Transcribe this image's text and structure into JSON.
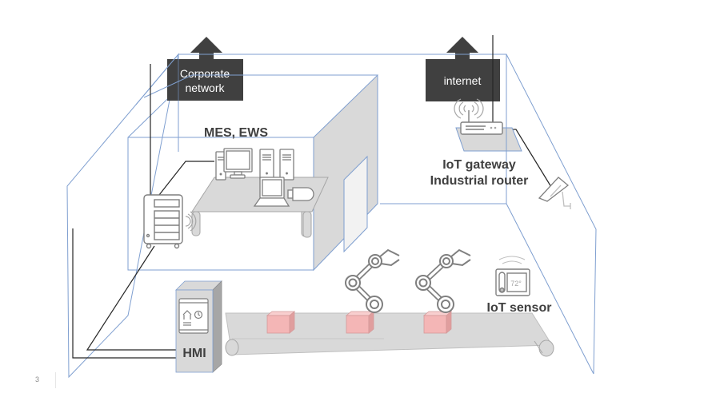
{
  "diagram": {
    "title": "Factory network with IT/OT devices",
    "labels": {
      "corporate_network": [
        "Corporate",
        "network"
      ],
      "internet": "internet",
      "mes_ews": "MES, EWS",
      "iot_gateway": [
        "IoT gateway",
        "Industrial router"
      ],
      "iot_sensor": "IoT sensor",
      "hmi": "HMI",
      "sensor_display": "72°"
    },
    "nodes": [
      {
        "id": "corporate-network",
        "type": "uplink-box",
        "label": "Corporate network"
      },
      {
        "id": "internet",
        "type": "uplink-box",
        "label": "internet"
      },
      {
        "id": "mes-ews",
        "type": "workstation-group",
        "label": "MES, EWS",
        "items": [
          "desktop-pc",
          "tower-server",
          "tower-server",
          "laptop",
          "usb-drive"
        ]
      },
      {
        "id": "plc-server",
        "type": "server-cabinet",
        "label": "",
        "wireless": true
      },
      {
        "id": "iot-gateway",
        "type": "router",
        "label": "IoT gateway / Industrial router",
        "wireless": true
      },
      {
        "id": "camera",
        "type": "surveillance-camera",
        "label": ""
      },
      {
        "id": "robot-arm-1",
        "type": "robot-arm",
        "label": ""
      },
      {
        "id": "robot-arm-2",
        "type": "robot-arm",
        "label": ""
      },
      {
        "id": "iot-sensor",
        "type": "thermostat-sensor",
        "label": "IoT sensor",
        "wireless": true
      },
      {
        "id": "hmi",
        "type": "hmi-panel",
        "label": "HMI"
      },
      {
        "id": "conveyor",
        "type": "conveyor-belt",
        "label": "",
        "boxes": 3
      }
    ],
    "edges": [
      {
        "from": "plc-server",
        "to": "corporate-network"
      },
      {
        "from": "plc-server",
        "to": "mes-ews"
      },
      {
        "from": "plc-server",
        "to": "hmi"
      },
      {
        "from": "hmi",
        "to": "left-wall"
      },
      {
        "from": "iot-gateway",
        "to": "internet"
      },
      {
        "from": "iot-gateway",
        "to": "camera"
      }
    ],
    "colors": {
      "wall_line": "#7f9fd0",
      "dark_box": "#404040",
      "device_stroke": "#7f7f7f",
      "device_fill": "#d9d9d9",
      "cargo_box": "#f4b6b6",
      "label_text": "#404040"
    }
  },
  "footer": {
    "slide_number": "3"
  }
}
